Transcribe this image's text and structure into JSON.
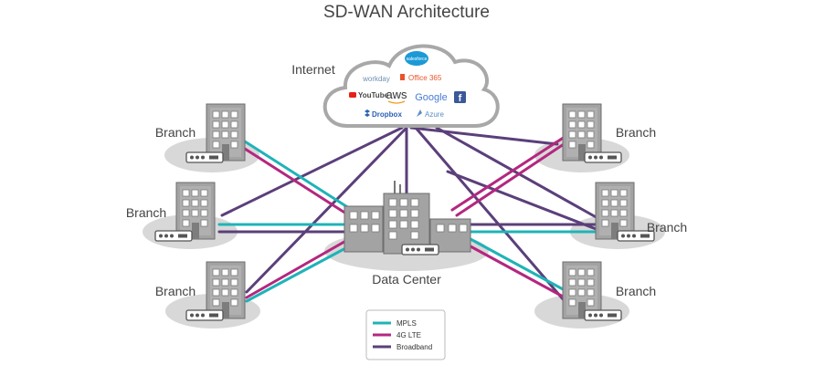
{
  "title": "SD-WAN Architecture",
  "cloud": {
    "label": "Internet",
    "services": [
      {
        "name": "salesforce",
        "color": "#ffffff"
      },
      {
        "name": "workday",
        "color": "#6f8fb0"
      },
      {
        "name": "Office 365",
        "color": "#e8542b"
      },
      {
        "name": "YouTube",
        "color": "#222222"
      },
      {
        "name": "aws",
        "color": "#333333"
      },
      {
        "name": "Google",
        "color": "#4a7bd8"
      },
      {
        "name": "Dropbox",
        "color": "#2b5fb4"
      },
      {
        "name": "Azure",
        "color": "#5a8ec8"
      }
    ]
  },
  "datacenter_label": "Data Center",
  "branches": [
    {
      "label": "Branch",
      "side": "left"
    },
    {
      "label": "Branch",
      "side": "left"
    },
    {
      "label": "Branch",
      "side": "left"
    },
    {
      "label": "Branch",
      "side": "right"
    },
    {
      "label": "Branch",
      "side": "right"
    },
    {
      "label": "Branch",
      "side": "right"
    }
  ],
  "legend": [
    {
      "label": "MPLS",
      "color": "#1fb3b8"
    },
    {
      "label": "4G LTE",
      "color": "#b3277f"
    },
    {
      "label": "Broadband",
      "color": "#5b3f7a"
    }
  ],
  "colors": {
    "mpls": "#1fb3b8",
    "lte": "#b3277f",
    "broadband": "#5b3f7a",
    "building": "#9a9a9a",
    "shadow": "#d6d6d6"
  }
}
